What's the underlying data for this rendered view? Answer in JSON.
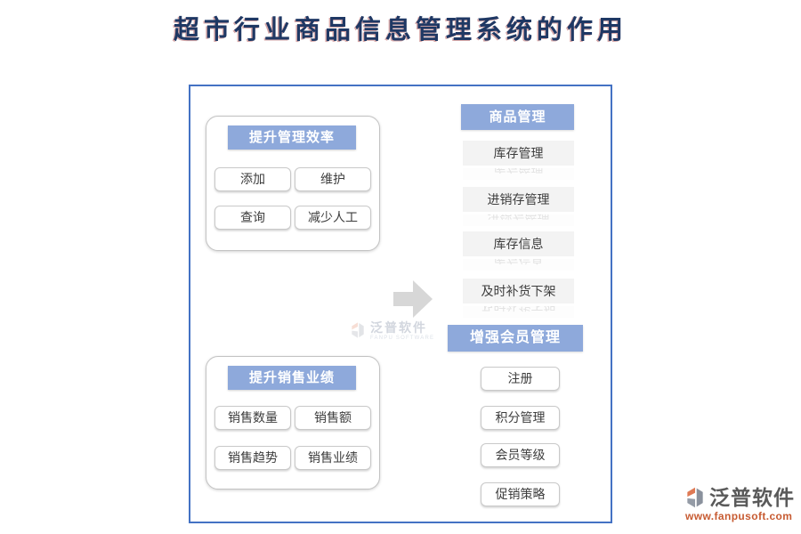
{
  "title": "超市行业商品信息管理系统的作用",
  "colors": {
    "accent_blue": "#8EA9DB",
    "frame_border": "#4472C4",
    "title_navy": "#1F3864",
    "logo_orange": "#C75B32"
  },
  "left_groups": [
    {
      "header": "提升管理效率",
      "buttons": [
        "添加",
        "维护",
        "查询",
        "减少人工"
      ]
    },
    {
      "header": "提升销售业绩",
      "buttons": [
        "销售数量",
        "销售额",
        "销售趋势",
        "销售业绩"
      ]
    }
  ],
  "right_column": {
    "product_header": "商品管理",
    "product_rows": [
      "库存管理",
      "进销存管理",
      "库存信息",
      "及时补货下架"
    ],
    "member_header": "增强会员管理",
    "member_items": [
      "注册",
      "积分管理",
      "会员等级",
      "促销策略"
    ]
  },
  "icons": {
    "flow_arrow": "right-block-arrow"
  },
  "watermark": {
    "name": "泛普软件",
    "subtitle": "FANPU SOFTWARE"
  },
  "logo": {
    "name": "泛普软件",
    "url": "www.fanpusoft.com"
  }
}
